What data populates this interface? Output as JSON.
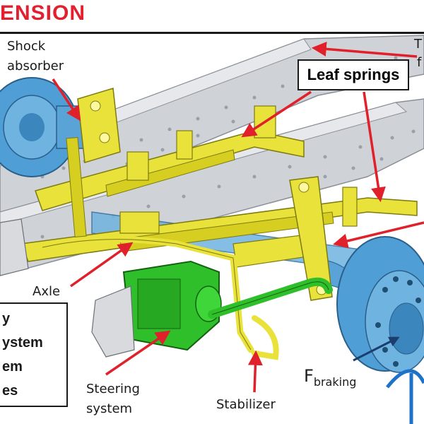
{
  "header": {
    "title": "ENSION"
  },
  "labels": {
    "shock_absorber": [
      "Shock",
      "absorber"
    ],
    "leaf_springs": "Leaf springs",
    "axle": "Axle",
    "steering_system": [
      "Steering",
      "system"
    ],
    "stabilizer": "Stabilizer",
    "f_braking_main": "F",
    "f_braking_sub": "braking",
    "top_right_partial": [
      "T",
      "f"
    ]
  },
  "info_box": {
    "lines": [
      "y",
      "ystem",
      "em",
      "es"
    ]
  },
  "colors": {
    "title_red": "#e1212f",
    "arrow_red": "#e0202a",
    "frame_gray": "#c9cdd2",
    "spring_yellow": "#e9e23a",
    "axle_blue": "#4f9fd6",
    "steering_green": "#2fbf2a",
    "force_arrow_blue": "#1e73c8",
    "braking_arrow_navy": "#1b3e6e"
  }
}
